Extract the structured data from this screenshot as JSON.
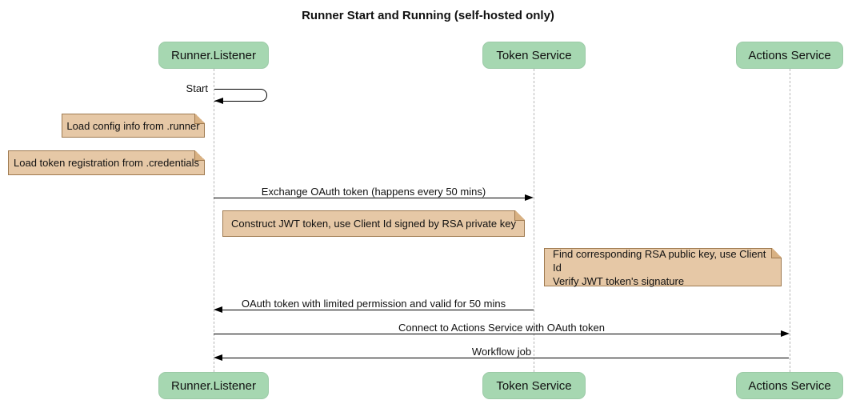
{
  "title": "Runner Start and Running (self-hosted only)",
  "participants": [
    {
      "label": "Runner.Listener"
    },
    {
      "label": "Token Service"
    },
    {
      "label": "Actions Service"
    }
  ],
  "messages": {
    "start": {
      "label": "Start",
      "from": "Runner.Listener",
      "to": "Runner.Listener",
      "kind": "self"
    },
    "exchange": {
      "label": "Exchange OAuth token (happens every 50 mins)",
      "from": "Runner.Listener",
      "to": "Token Service"
    },
    "oauth_return": {
      "label": "OAuth token with limited permission and valid for 50 mins",
      "from": "Token Service",
      "to": "Runner.Listener"
    },
    "connect": {
      "label": "Connect to Actions Service with OAuth token",
      "from": "Runner.Listener",
      "to": "Actions Service"
    },
    "workflow": {
      "label": "Workflow job",
      "from": "Actions Service",
      "to": "Runner.Listener"
    }
  },
  "notes": {
    "load_config": {
      "label": "Load config info from .runner"
    },
    "load_credentials": {
      "label": "Load token registration from .credentials"
    },
    "construct_jwt": {
      "label": "Construct JWT token, use Client Id signed by RSA private key"
    },
    "verify_jwt": {
      "label": "Find corresponding RSA public key, use Client Id\nVerify JWT token's signature"
    }
  },
  "colors": {
    "participant_fill": "#a6d7b1",
    "note_fill": "#e6c8a6",
    "note_border": "#9f7a50",
    "note_fold": "#d8b183",
    "lifeline": "#b5b5b5",
    "arrow": "#000000",
    "background": "#ffffff"
  }
}
